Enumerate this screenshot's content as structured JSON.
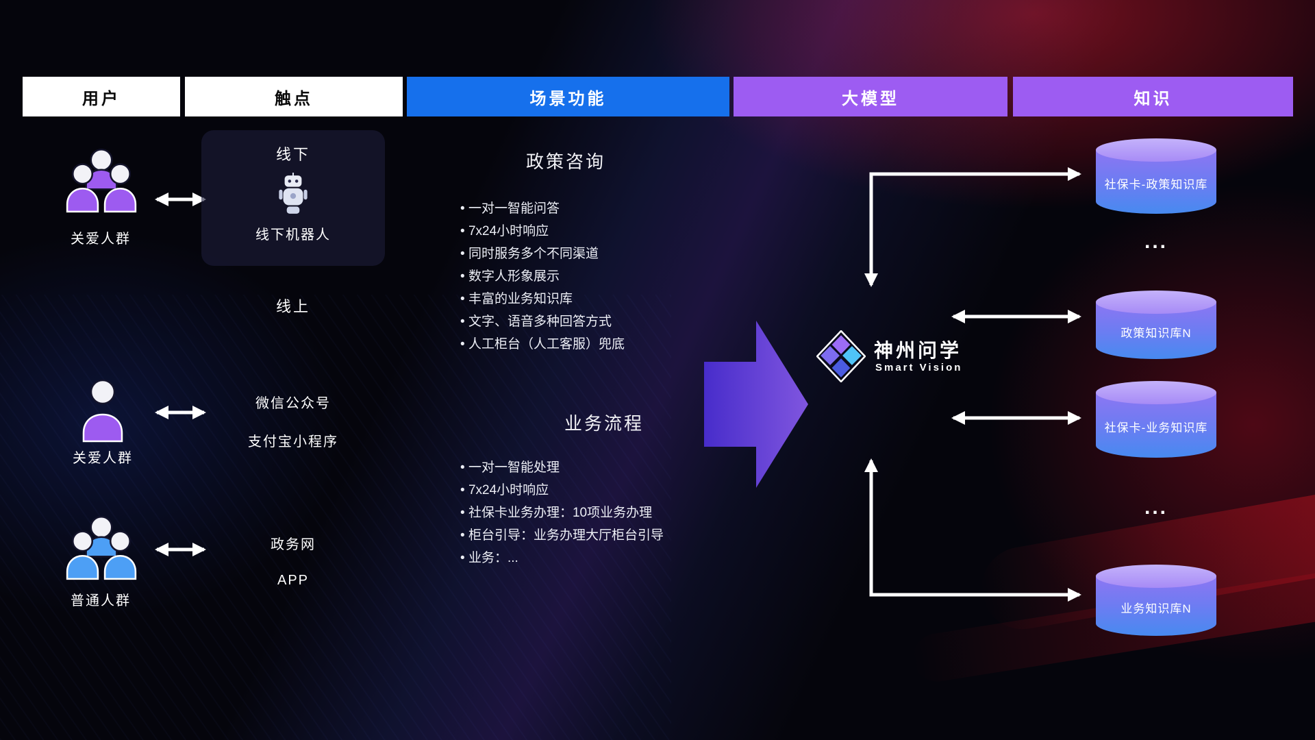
{
  "header": {
    "columns": [
      {
        "label": "用户"
      },
      {
        "label": "触点"
      },
      {
        "label": "场景功能"
      },
      {
        "label": "大模型"
      },
      {
        "label": "知识"
      }
    ]
  },
  "users": [
    {
      "label": "关爱人群",
      "icon": "group-users-purple-icon"
    },
    {
      "label": "关爱人群",
      "icon": "single-user-purple-icon"
    },
    {
      "label": "普通人群",
      "icon": "group-users-blue-icon"
    }
  ],
  "touchpoints": {
    "offline_title": "线下",
    "offline_robot_label": "线下机器人",
    "online_label": "线上",
    "channels": [
      "微信公众号",
      "支付宝小程序",
      "政务网",
      "APP"
    ]
  },
  "scenarios": [
    {
      "title": "政策咨询",
      "items": [
        "一对一智能问答",
        "7x24小时响应",
        "同时服务多个不同渠道",
        "数字人形象展示",
        "丰富的业务知识库",
        "文字、语音多种回答方式",
        "人工柜台（人工客服）兜底"
      ]
    },
    {
      "title": "业务流程",
      "items": [
        "一对一智能处理",
        "7x24小时响应",
        "社保卡业务办理：10项业务办理",
        "柜台引导：业务办理大厅柜台引导",
        "业务：..."
      ]
    }
  ],
  "model": {
    "name": "神州问学",
    "subtitle": "Smart Vision"
  },
  "knowledge": {
    "databases": [
      "社保卡-政策知识库",
      "政策知识库N",
      "社保卡-业务知识库",
      "业务知识库N"
    ],
    "ellipsis": "..."
  },
  "colors": {
    "header_blue": "#1670EC",
    "header_purple": "#9D5CF2",
    "user_purple": "#9D5BF0",
    "user_blue": "#4D9FF5",
    "cylinder_top": "#A78BF6",
    "cylinder_bottom": "#478AF0",
    "arrow_white": "#FFFFFF",
    "background_red": "#A5122A"
  }
}
